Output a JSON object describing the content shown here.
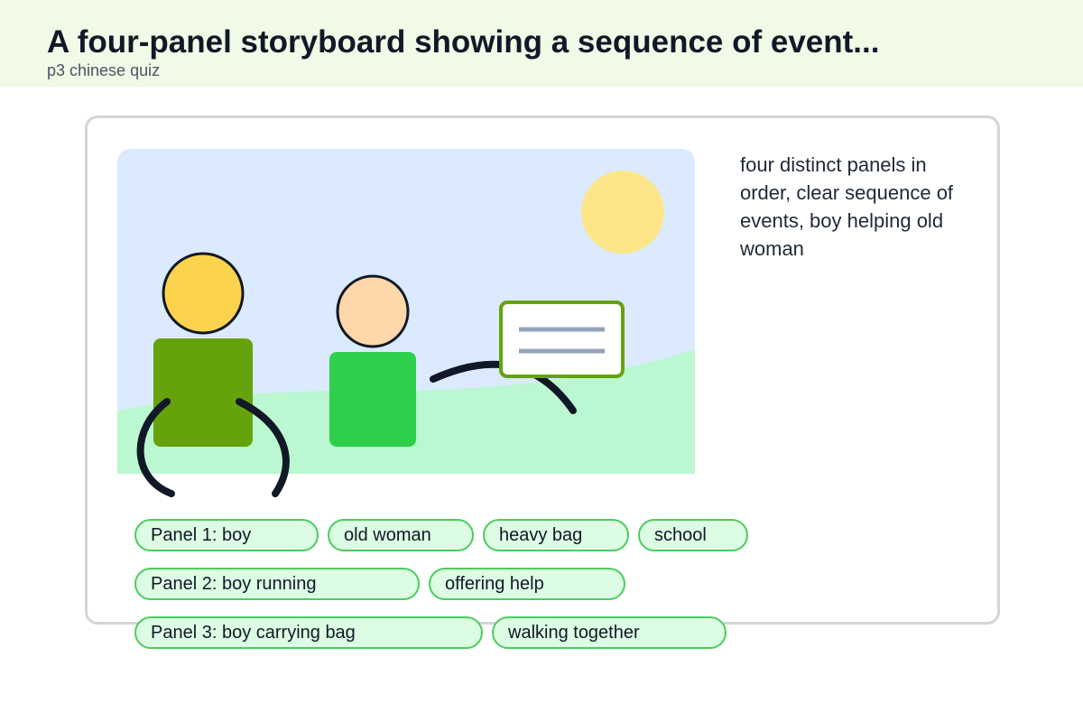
{
  "header": {
    "title": "A four-panel storyboard showing a sequence of event...",
    "subtitle": "p3 chinese quiz"
  },
  "description": "four distinct panels in order, clear sequence of events, boy helping old woman",
  "tags": [
    [
      "Panel 1: boy",
      "old woman",
      "heavy bag",
      "school"
    ],
    [
      "Panel 2: boy running",
      "offering help"
    ],
    [
      "Panel 3: boy carrying bag",
      "walking together"
    ]
  ],
  "colors": {
    "header_bg": "#f0fae6",
    "sky": "#dbeafe",
    "grass": "#bbf7d0",
    "sun": "#fde68a",
    "boy_head": "#fcd34d",
    "boy_body": "#65a30d",
    "woman_head": "#fed7aa",
    "woman_body": "#2ed04b",
    "tag_bg": "#dcfce3",
    "tag_border": "#4ccc5c"
  }
}
